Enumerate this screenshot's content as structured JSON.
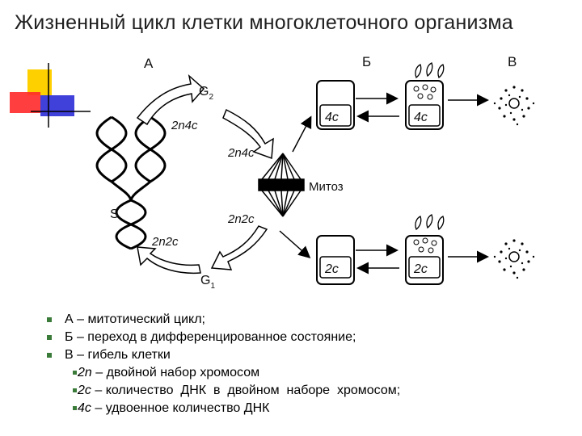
{
  "title": "Жизненный цикл клетки многоклеточного организма",
  "diagram": {
    "label_a": "А",
    "label_b": "Б",
    "label_v": "В",
    "g2": "G",
    "g2_sub": "2",
    "g1": "G",
    "g1_sub": "1",
    "s": "S",
    "n4c_left": "2n4c",
    "n4c_mid": "2n4c",
    "n2c_mid": "2n2c",
    "n2c_left": "2n2c",
    "mitosis": "Митоз",
    "box_4c_a": "4c",
    "box_4c_b": "4c",
    "box_2c_a": "2c",
    "box_2c_b": "2c"
  },
  "legend": {
    "items": [
      "А – митотический цикл;",
      "Б – переход в дифференцированное состояние;",
      "В – гибель клетки"
    ],
    "sub_items": [
      {
        "value": "2n",
        "text": " – двойной набор хромосом"
      },
      {
        "value": "2c",
        "text": " – количество  ДНК  в  двойном  наборе  хромосом;"
      },
      {
        "value": "4c",
        "text": " – удвоенное количество ДНК"
      }
    ]
  },
  "colors": {
    "deco_yellow": "#ffd000",
    "deco_red": "#ff2a2a",
    "deco_blue": "#2b2bd6",
    "bullet": "#3a7b3a"
  }
}
